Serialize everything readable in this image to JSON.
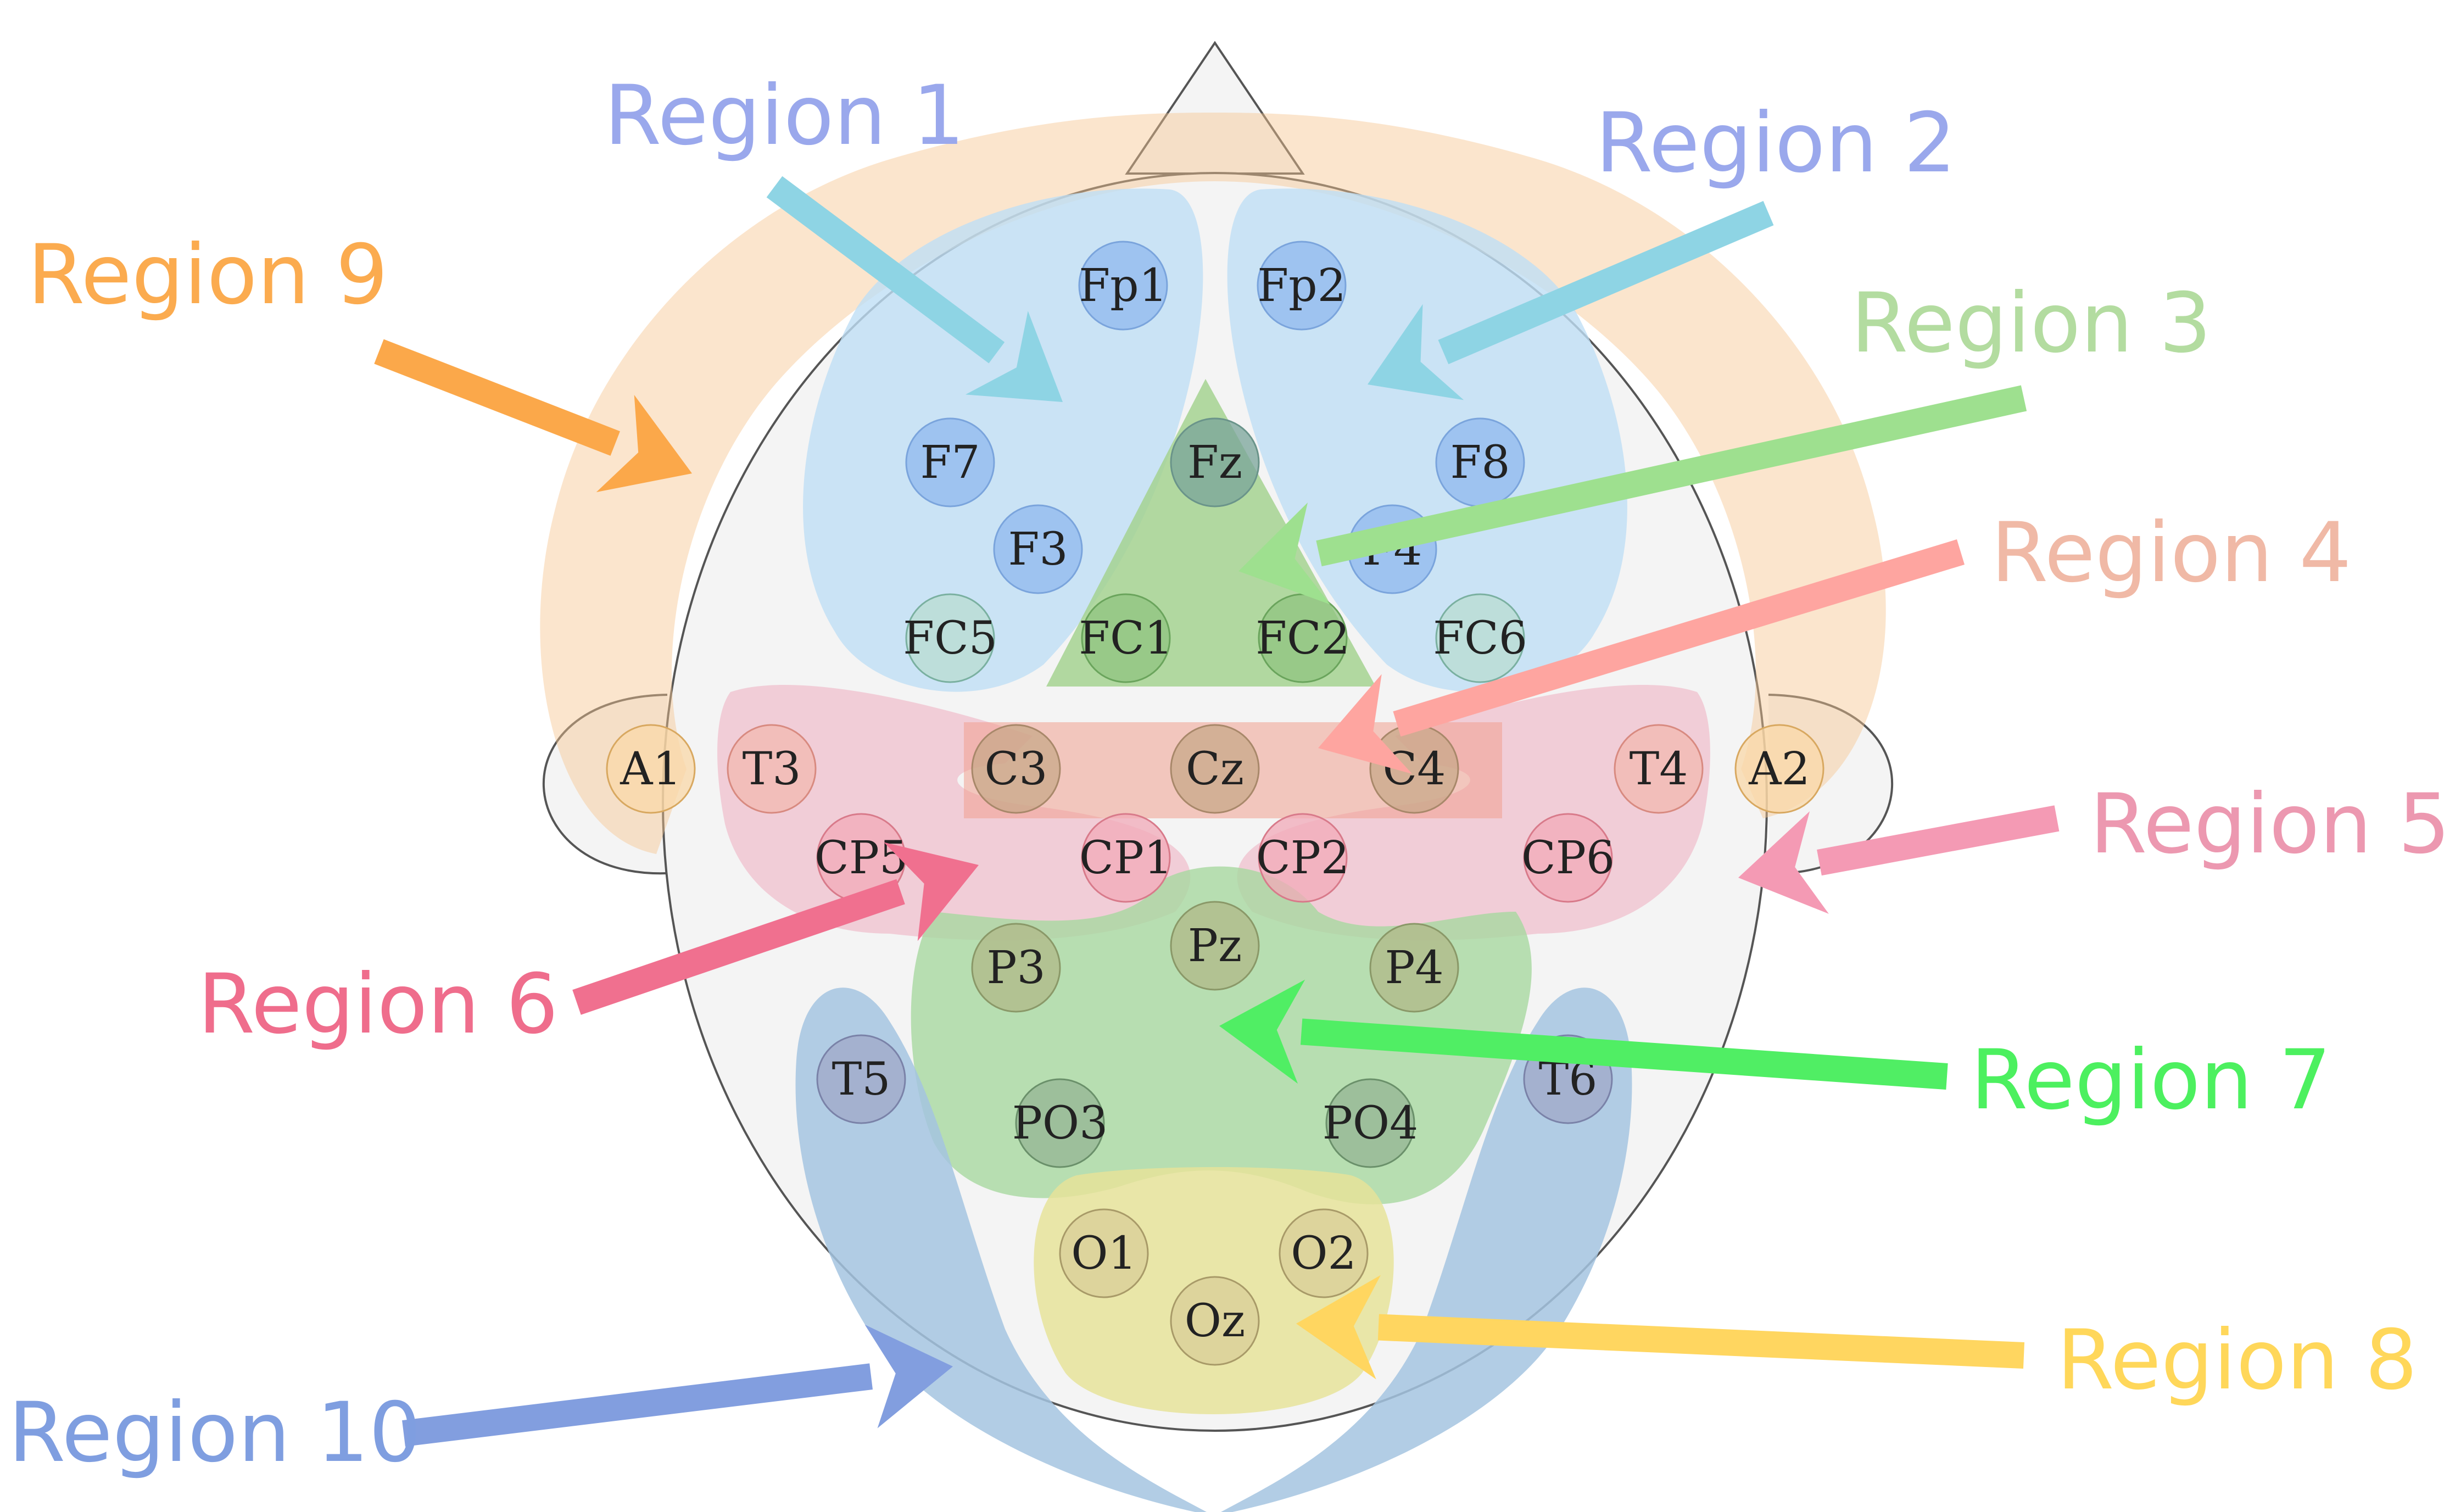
{
  "regions": [
    {
      "label": "Region 1",
      "color": "#9aa8ec"
    },
    {
      "label": "Region 2",
      "color": "#9aa8ec"
    },
    {
      "label": "Region 3",
      "color": "#b3dca0"
    },
    {
      "label": "Region 4",
      "color": "#f0b9a6"
    },
    {
      "label": "Region 5",
      "color": "#ec98b0"
    },
    {
      "label": "Region 6",
      "color": "#ef6d8c"
    },
    {
      "label": "Region 7",
      "color": "#4cf05f"
    },
    {
      "label": "Region 8",
      "color": "#ffd75a"
    },
    {
      "label": "Region 9",
      "color": "#fbab4f"
    },
    {
      "label": "Region 10",
      "color": "#7f9ee0"
    }
  ],
  "electrodes": [
    {
      "label": "Fp1"
    },
    {
      "label": "Fp2"
    },
    {
      "label": "F7"
    },
    {
      "label": "Fz"
    },
    {
      "label": "F8"
    },
    {
      "label": "F3"
    },
    {
      "label": "F4"
    },
    {
      "label": "FC5"
    },
    {
      "label": "FC1"
    },
    {
      "label": "FC2"
    },
    {
      "label": "FC6"
    },
    {
      "label": "A1"
    },
    {
      "label": "T3"
    },
    {
      "label": "C3"
    },
    {
      "label": "Cz"
    },
    {
      "label": "C4"
    },
    {
      "label": "T4"
    },
    {
      "label": "A2"
    },
    {
      "label": "CP5"
    },
    {
      "label": "CP1"
    },
    {
      "label": "CP2"
    },
    {
      "label": "CP6"
    },
    {
      "label": "P3"
    },
    {
      "label": "Pz"
    },
    {
      "label": "P4"
    },
    {
      "label": "T5"
    },
    {
      "label": "PO3"
    },
    {
      "label": "PO4"
    },
    {
      "label": "T6"
    },
    {
      "label": "O1"
    },
    {
      "label": "O2"
    },
    {
      "label": "Oz"
    }
  ]
}
